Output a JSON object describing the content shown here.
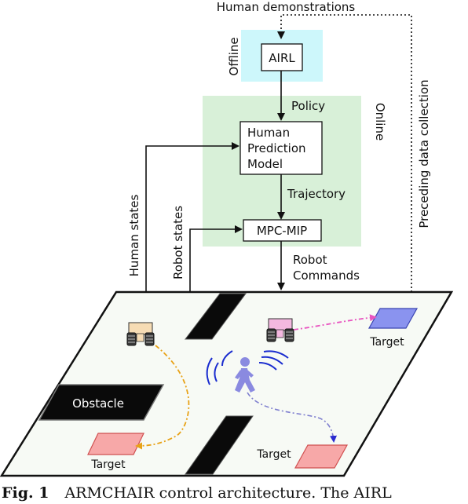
{
  "labels": {
    "human_demonstrations": "Human demonstrations",
    "offline": "Offline",
    "online": "Online",
    "airl": "AIRL",
    "policy": "Policy",
    "human_prediction_line1": "Human",
    "human_prediction_line2": "Prediction",
    "human_prediction_line3": "Model",
    "trajectory": "Trajectory",
    "mpc_mip": "MPC-MIP",
    "robot_commands_line1": "Robot",
    "robot_commands_line2": "Commands",
    "human_states": "Human states",
    "robot_states": "Robot states",
    "preceding_data_collection": "Preceding data collection",
    "obstacle": "Obstacle",
    "target_right": "Target",
    "target_left": "Target",
    "target_bottom": "Target"
  },
  "caption": {
    "fig": "Fig. 1",
    "text": "ARMCHAIR control architecture. The AIRL"
  },
  "colors": {
    "offline_bg": "#cdf7fb",
    "online_bg": "#d8f0d8",
    "robot_left": "#f6dcb4",
    "robot_right": "#f4b8e0",
    "target_blue": "#8a93ef",
    "target_pink": "#f7a8a8",
    "path_orange": "#e8a217",
    "path_magenta": "#e854c0",
    "path_blue": "#7f7fcf",
    "human_figure": "#8a8ae0",
    "wave_blue": "#1a2ccf"
  }
}
